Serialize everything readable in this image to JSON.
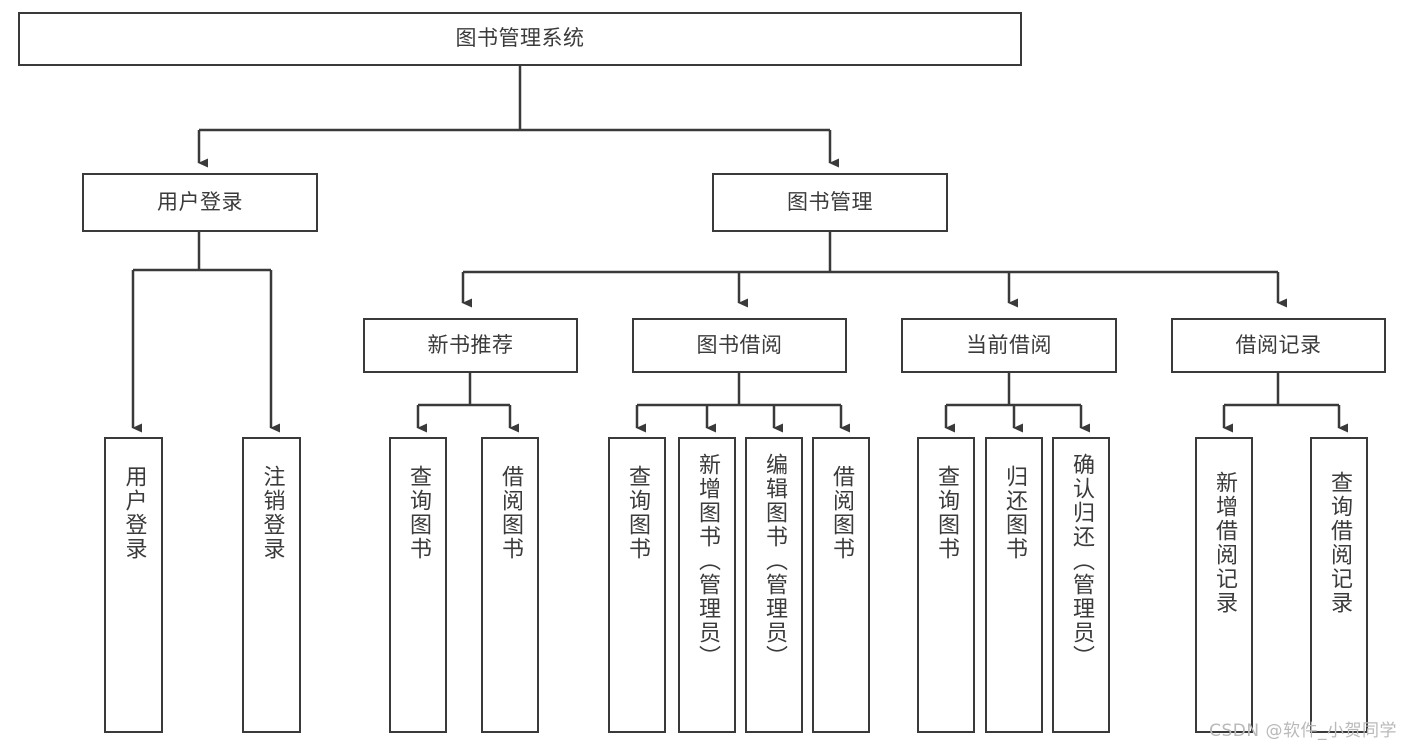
{
  "diagram": {
    "type": "tree-hierarchy",
    "title": "图书管理系统",
    "watermark": "CSDN @软件_小贺同学",
    "colors": {
      "stroke": "#3a3a3a",
      "text": "#3b3b3b",
      "background": "#ffffff",
      "watermark": "#b9b9b9"
    },
    "nodes": {
      "root": {
        "label": "图书管理系统",
        "level": 0,
        "orientation": "horizontal"
      },
      "l1": [
        {
          "id": "user-login",
          "label": "用户登录",
          "orientation": "horizontal"
        },
        {
          "id": "book-manage",
          "label": "图书管理",
          "orientation": "horizontal"
        }
      ],
      "l2": [
        {
          "id": "new-book-rec",
          "label": "新书推荐",
          "orientation": "horizontal",
          "parent": "book-manage"
        },
        {
          "id": "book-borrow",
          "label": "图书借阅",
          "orientation": "horizontal",
          "parent": "book-manage"
        },
        {
          "id": "current-borrow",
          "label": "当前借阅",
          "orientation": "horizontal",
          "parent": "book-manage"
        },
        {
          "id": "borrow-record",
          "label": "借阅记录",
          "orientation": "horizontal",
          "parent": "book-manage"
        }
      ],
      "leaves": [
        {
          "id": "leaf-user-login",
          "label": "用户登录",
          "parent": "user-login",
          "orientation": "vertical"
        },
        {
          "id": "leaf-logout",
          "label": "注销登录",
          "parent": "user-login",
          "orientation": "vertical"
        },
        {
          "id": "leaf-query-book-1",
          "label": "查询图书",
          "parent": "new-book-rec",
          "orientation": "vertical"
        },
        {
          "id": "leaf-borrow-book-1",
          "label": "借阅图书",
          "parent": "new-book-rec",
          "orientation": "vertical"
        },
        {
          "id": "leaf-query-book-2",
          "label": "查询图书",
          "parent": "book-borrow",
          "orientation": "vertical"
        },
        {
          "id": "leaf-add-book",
          "label": "新增图书（管理员）",
          "parent": "book-borrow",
          "orientation": "vertical"
        },
        {
          "id": "leaf-edit-book",
          "label": "编辑图书（管理员）",
          "parent": "book-borrow",
          "orientation": "vertical"
        },
        {
          "id": "leaf-borrow-book-2",
          "label": "借阅图书",
          "parent": "book-borrow",
          "orientation": "vertical"
        },
        {
          "id": "leaf-query-book-3",
          "label": "查询图书",
          "parent": "current-borrow",
          "orientation": "vertical"
        },
        {
          "id": "leaf-return-book",
          "label": "归还图书",
          "parent": "current-borrow",
          "orientation": "vertical"
        },
        {
          "id": "leaf-confirm-return",
          "label": "确认归还（管理员）",
          "parent": "current-borrow",
          "orientation": "vertical"
        },
        {
          "id": "leaf-add-record",
          "label": "新增借阅记录",
          "parent": "borrow-record",
          "orientation": "vertical"
        },
        {
          "id": "leaf-query-record",
          "label": "查询借阅记录",
          "parent": "borrow-record",
          "orientation": "vertical"
        }
      ]
    }
  }
}
